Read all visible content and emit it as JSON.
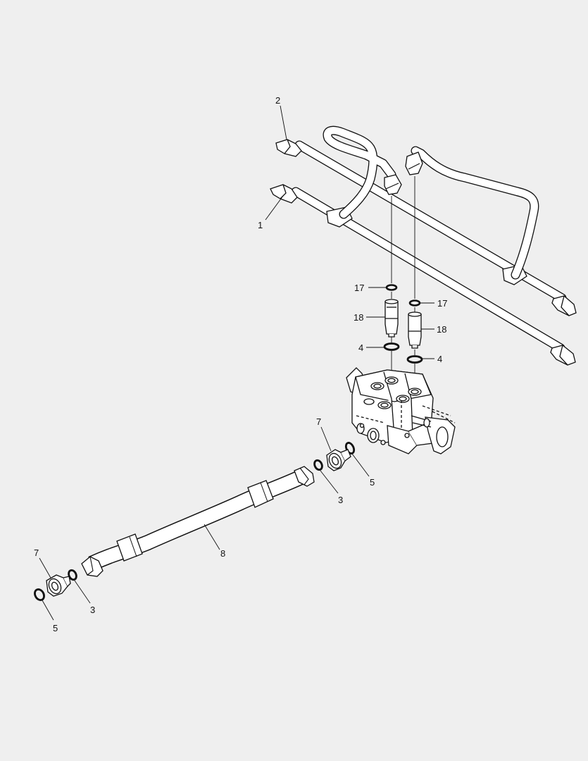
{
  "callouts": {
    "c1": "1",
    "c2": "2",
    "c3a": "3",
    "c3b": "3",
    "c4a": "4",
    "c4b": "4",
    "c5a": "5",
    "c5b": "5",
    "c7a": "7",
    "c7b": "7",
    "c8": "8",
    "c17a": "17",
    "c17b": "17",
    "c18a": "18",
    "c18b": "18"
  },
  "colors": {
    "background": "#efefef",
    "line": "#111111",
    "fill": "#ffffff"
  }
}
